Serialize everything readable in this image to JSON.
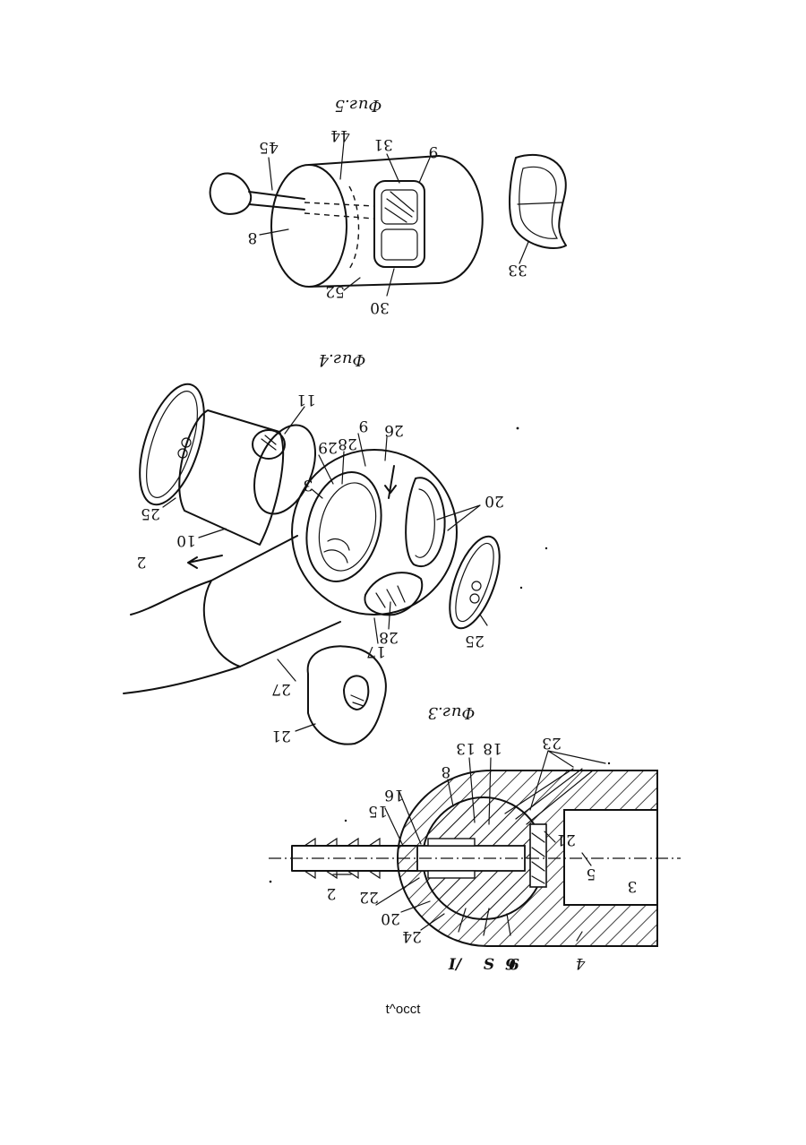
{
  "fig5": {
    "caption": "Фиг.5",
    "labels": [
      "45",
      "44",
      "31",
      "9",
      "8",
      "52",
      "30",
      "33"
    ]
  },
  "fig4": {
    "caption": "Фиг.4",
    "labels": [
      "11",
      "26",
      "9",
      "28",
      "29",
      "3",
      "20",
      "25",
      "10",
      "2",
      "28",
      "17",
      "25",
      "27",
      "21"
    ]
  },
  "fig3": {
    "caption": "Фиг.3",
    "labels": [
      "13",
      "18",
      "23",
      "8",
      "16",
      "15",
      "21",
      "5",
      "3",
      "2",
      "22",
      "20",
      "24",
      "I/",
      "S",
      "6",
      "9",
      "4"
    ]
  },
  "footer": "t^occt"
}
